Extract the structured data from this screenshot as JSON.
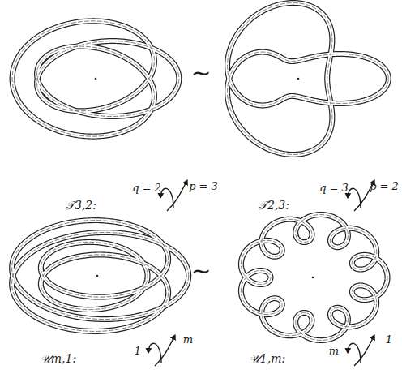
{
  "diagram": {
    "labels": [
      "~",
      "𝒯3,2:",
      "q = 2",
      "p = 3",
      "𝒯2,3:",
      "q = 3",
      "p = 2",
      "~",
      "𝒰m,1:",
      "1",
      "m",
      "𝒰1,m:",
      "m",
      "1"
    ]
  }
}
